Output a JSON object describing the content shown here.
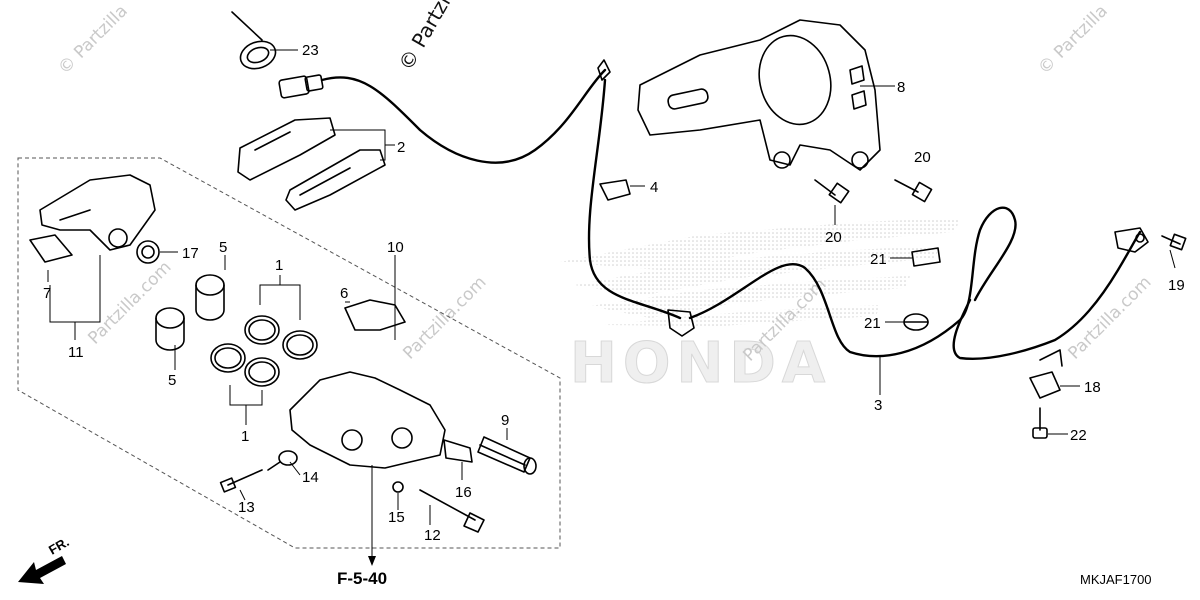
{
  "watermark": {
    "copyright": "© Partzilla",
    "site": "Partzilla.com",
    "brand": "HONDA"
  },
  "callouts": [
    "23",
    "2",
    "8",
    "4",
    "20",
    "20",
    "21",
    "21",
    "3",
    "18",
    "22",
    "19",
    "7",
    "17",
    "5",
    "1",
    "10",
    "6",
    "11",
    "5",
    "1",
    "9",
    "14",
    "13",
    "16",
    "15",
    "12"
  ],
  "footer": {
    "reference": "F-5-40",
    "diagram_code": "MKJAF1700",
    "front_label": "FR."
  },
  "colors": {
    "line": "#000000",
    "watermark": "#c9c9c9",
    "honda_dots": "#d9d9d9"
  }
}
